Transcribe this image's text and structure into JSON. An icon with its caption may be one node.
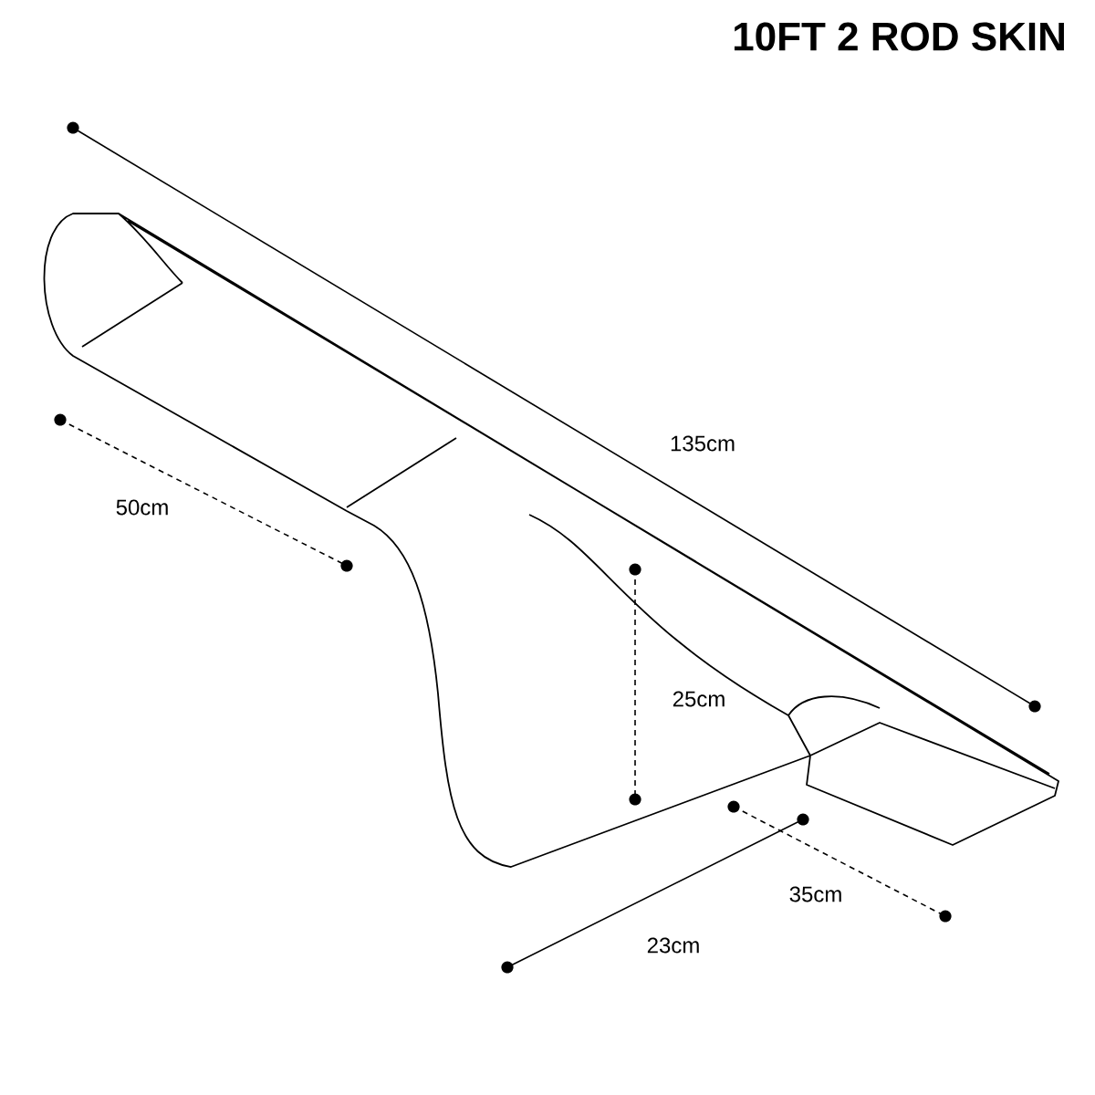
{
  "diagram": {
    "title": "10FT 2 ROD SKIN",
    "labels": [
      "135cm",
      "50cm",
      "25cm",
      "35cm",
      "23cm"
    ]
  }
}
